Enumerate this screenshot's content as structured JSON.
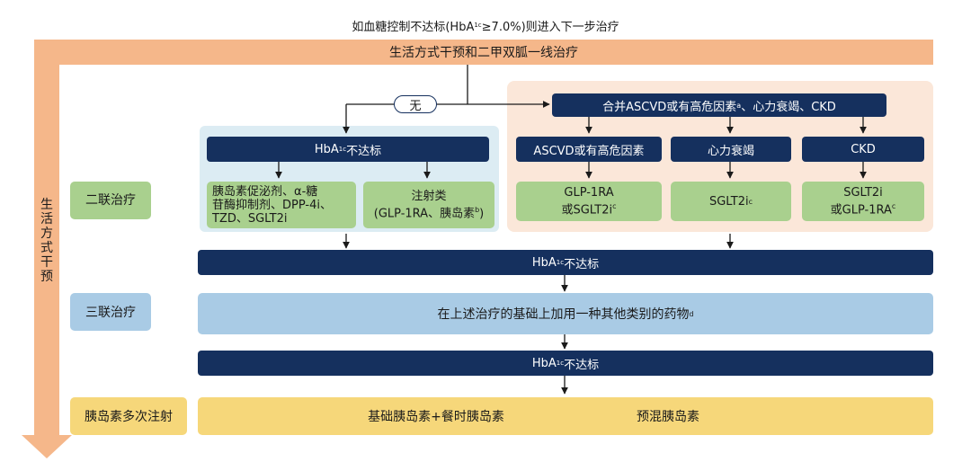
{
  "top_condition": {
    "pre": "如血糖控制不达标(HbA",
    "sub": "1c",
    "post": "≥7.0%)则进入下一步治疗"
  },
  "lifestyle_bar": "生活方式干预和二甲双胍一线治疗",
  "lifestyle_side_label": "生活方式干预",
  "no_label": "无",
  "comorbidity_header": {
    "pre": "合并ASCVD或有高危因素",
    "sup": "a",
    "post": "、心力衰竭、CKD"
  },
  "left_group": {
    "header": {
      "pre": "HbA",
      "sub": "1c",
      "post": "不达标"
    },
    "oral": {
      "line1": "胰岛素促泌剂、α-糖",
      "line2": "苷酶抑制剂、DPP-4i、",
      "line3": "TZD、SGLT2i"
    },
    "injection": {
      "line1": "注射类",
      "line2_pre": "(GLP-1RA、胰岛素",
      "line2_sup": "b",
      "line2_post": ")"
    }
  },
  "right_group": {
    "ascvd": {
      "header": "ASCVD或有高危因素",
      "drug_line1": "GLP-1RA",
      "drug_line2": "或SGLT2i",
      "drug_sup": "c"
    },
    "hf": {
      "header": "心力衰竭",
      "drug": "SGLT2i",
      "drug_sup": "c"
    },
    "ckd": {
      "header": "CKD",
      "drug_line1": "SGLT2i",
      "drug_line2": "或GLP-1RA",
      "drug_sup": "c"
    }
  },
  "stage_labels": {
    "dual": "二联治疗",
    "triple": "三联治疗",
    "insulin": "胰岛素多次注射"
  },
  "fail_bar": {
    "pre": "HbA",
    "sub": "1c",
    "post": "不达标"
  },
  "triple_therapy": {
    "text": "在上述治疗的基础上加用一种其他类别的药物",
    "sup": "d"
  },
  "insulin_row": {
    "left": "基础胰岛素+餐时胰岛素",
    "right": "预混胰岛素"
  },
  "colors": {
    "navy": "#15305e",
    "orange": "#f5b78a",
    "green": "#a9d08e",
    "light_blue": "#a9cbe5",
    "yellow": "#f6d77a"
  }
}
